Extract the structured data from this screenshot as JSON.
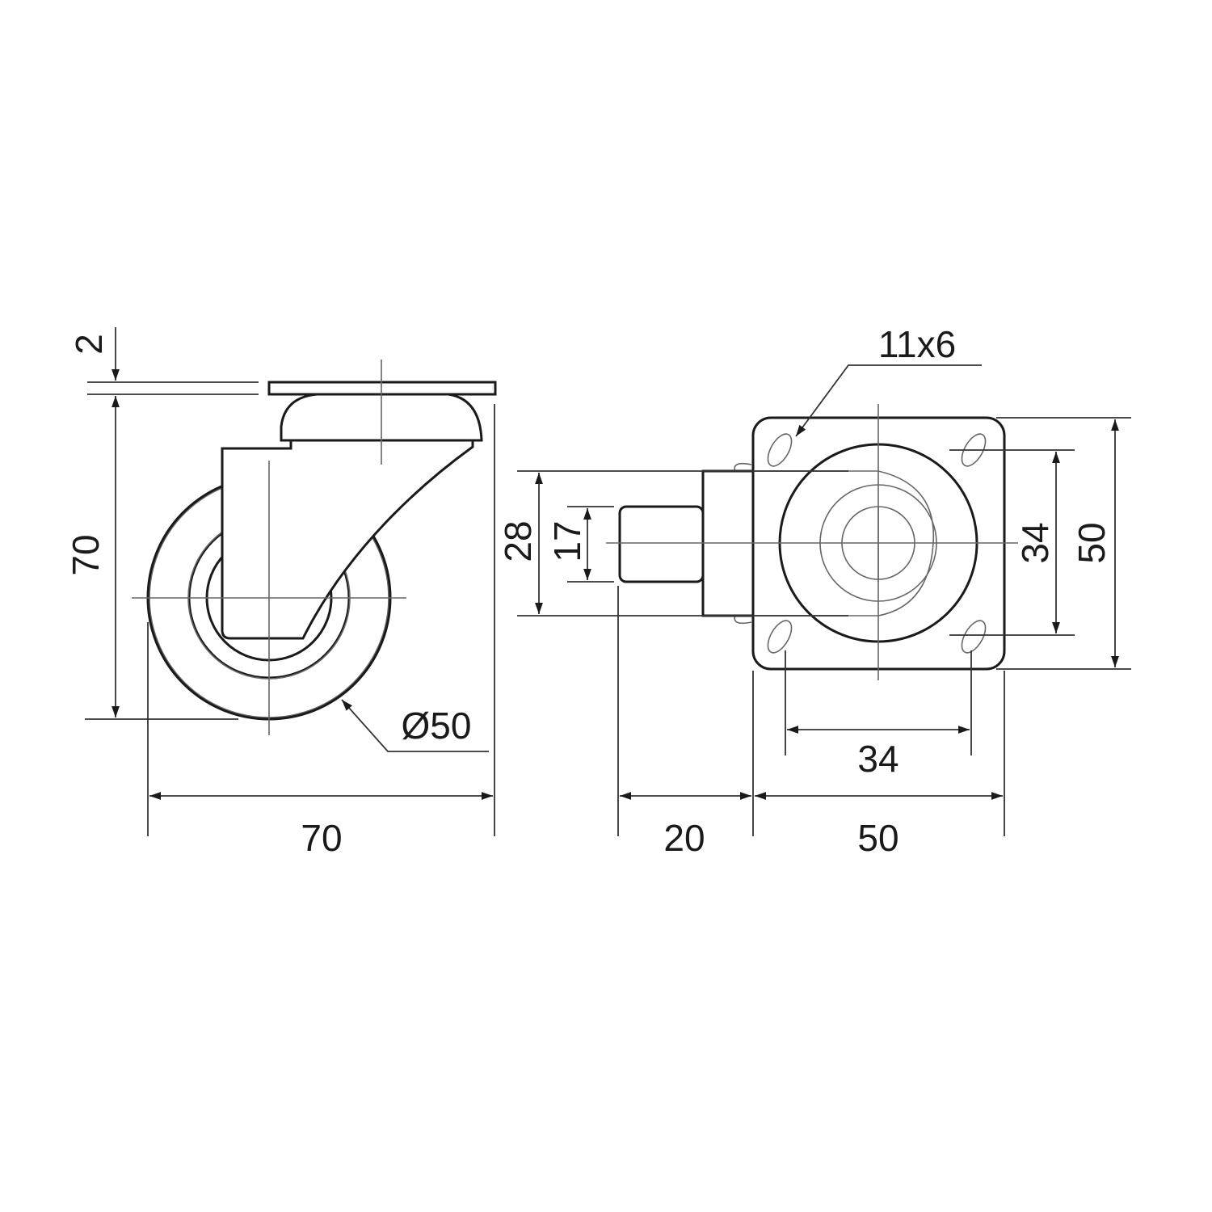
{
  "title": "Swivel caster dimension drawing",
  "side_view": {
    "plate_thickness": "2",
    "height": "70",
    "wheel_diameter": "Ø50",
    "width": "70"
  },
  "top_view": {
    "hole_size": "11x6",
    "stem_outer": "28",
    "stem_inner": "17",
    "hole_spacing_vertical": "34",
    "plate_height": "50",
    "hole_spacing_horizontal": "34",
    "offset": "20",
    "plate_width": "50"
  },
  "colors": {
    "line": "#1a1a1a",
    "thin_line": "#666666",
    "background": "#ffffff"
  }
}
